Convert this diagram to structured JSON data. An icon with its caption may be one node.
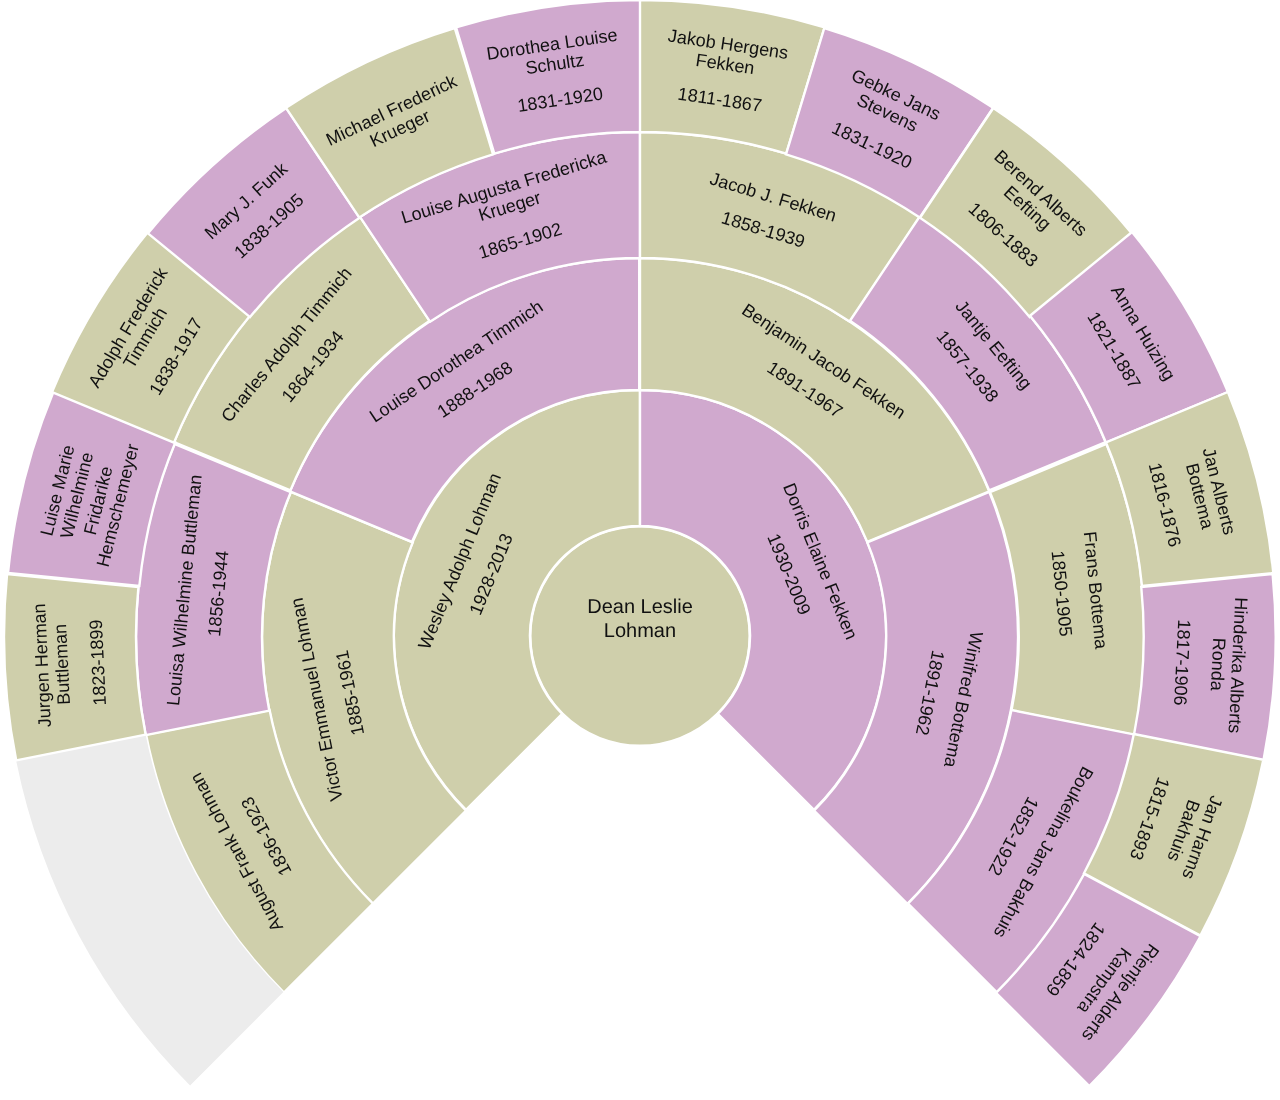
{
  "diagram": {
    "nodes": [
      {
        "text": [
          "Dean Leslie Lohman"
        ]
      },
      {
        "text": [
          "Wesley Adolph Lohman",
          "1928-2013"
        ]
      },
      {
        "text": [
          "Dorris Elaine Fekken",
          "1930-2009"
        ]
      },
      {
        "text": [
          "Victor Emmanuel Lohman",
          "1885-1961"
        ]
      },
      {
        "text": [
          "Louise Dorothea Timmich",
          "1888-1968"
        ]
      },
      {
        "text": [
          "Benjamin Jacob Fekken",
          "1891-1967"
        ]
      },
      {
        "text": [
          "Winifred Bottema",
          "1891-1962"
        ]
      },
      {
        "text": [
          "August Frank Lohman",
          "1836-1923"
        ]
      },
      {
        "text": [
          "Louisa Wilhelmine Buttleman",
          "1856-1944"
        ]
      },
      {
        "text": [
          "Charles Adolph Timmich",
          "1864-1934"
        ]
      },
      {
        "text": [
          "Louise Augusta Fredericka Krueger",
          "1865-1902"
        ]
      },
      {
        "text": [
          "Jacob J. Fekken",
          "1858-1939"
        ]
      },
      {
        "text": [
          "Jantje Eefting",
          "1857-1938"
        ]
      },
      {
        "text": [
          "Frans Bottema",
          "1850-1905"
        ]
      },
      {
        "text": [
          "Boukelina Jans Bakhuis",
          "1852-1922"
        ]
      },
      {
        "text": [],
        "shape": "wedge"
      },
      {
        "text": [
          "Jurgen Herman Buttleman",
          "1823-1899"
        ]
      },
      {
        "text": [
          "Luise Marie Wilhelmine Fridarike Hemschemeyer"
        ]
      },
      {
        "text": [
          "Adolph Frederick Timmich",
          "1838-1917"
        ]
      },
      {
        "text": [
          "Mary J. Funk",
          "1838-1905"
        ]
      },
      {
        "text": [
          "Michael Frederick Krueger"
        ]
      },
      {
        "text": [
          "Dorothea Louise Schultz",
          "1831-1920"
        ]
      },
      {
        "text": [
          "Jakob Hergens Fekken",
          "1811-1867"
        ]
      },
      {
        "text": [
          "Gebke Jans Stevens",
          "1831-1920"
        ]
      },
      {
        "text": [
          "Berend Alberts Eefting",
          "1806-1883"
        ]
      },
      {
        "text": [
          "Anna Huizing",
          "1821-1887"
        ]
      },
      {
        "text": [
          "Jan Alberts Bottema",
          "1816-1876"
        ]
      },
      {
        "text": [
          "Hinderika Alberts Ronda",
          "1817-1906"
        ]
      },
      {
        "text": [
          "Jan Harms Bakhuis",
          "1815-1893"
        ]
      },
      {
        "text": [
          "Rientje Alderts Kampstra",
          "1824-1859"
        ]
      }
    ]
  }
}
